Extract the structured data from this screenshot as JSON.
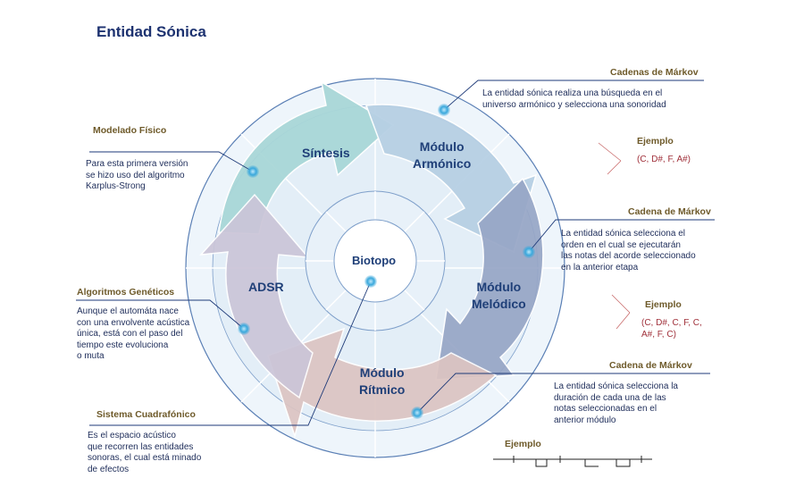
{
  "title": "Entidad Sónica",
  "center": "Biotopo",
  "modules": {
    "sintesis": "Síntesis",
    "armonico": [
      "Módulo",
      "Armónico"
    ],
    "melodico": [
      "Módulo",
      "Melódico"
    ],
    "ritmico": [
      "Módulo",
      "Rítmico"
    ],
    "adsr": "ADSR"
  },
  "left_notes": [
    {
      "heading": "Modelado Físico",
      "lines": [
        "Para esta primera versión",
        "se hizo uso del algoritmo",
        "Karplus-Strong"
      ]
    },
    {
      "heading": "Algoritmos Genéticos",
      "lines": [
        "Aunque el automáta nace",
        "con una envolvente acústica",
        "única, está con el paso del",
        "tiempo este evoluciona",
        "o muta"
      ]
    },
    {
      "heading": "Sistema Cuadrafónico",
      "lines": [
        "Es el espacio acústico",
        "que recorren las entidades",
        "sonoras, el cual está minado",
        "de efectos"
      ]
    }
  ],
  "right_notes": [
    {
      "heading": "Cadenas de Márkov",
      "lines": [
        "La entidad sónica realiza una búsqueda en el",
        "universo armónico y selecciona una sonoridad"
      ]
    },
    {
      "heading": "Cadena de Márkov",
      "lines": [
        "La entidad sónica selecciona el",
        "orden en el cual se ejecutarán",
        "las notas del acorde seleccionado",
        "en la anterior etapa"
      ]
    },
    {
      "heading": "Cadena de Márkov",
      "lines": [
        "La entidad sónica selecciona la",
        "duración de cada una de las",
        "notas seleccionadas en el",
        "anterior módulo"
      ]
    }
  ],
  "examples": [
    {
      "label": "Ejemplo",
      "lines": [
        "(C, D#, F, A#)"
      ]
    },
    {
      "label": "Ejemplo",
      "lines": [
        "(C, D#, C, F, C,",
        "A#, F, C)"
      ]
    },
    {
      "label": "Ejemplo",
      "lines": []
    }
  ],
  "colors": {
    "title": "#1d3270",
    "heading": "#6e5a2a",
    "body_text": "#1e2d5a",
    "example": "#a0303a",
    "arrow_teal": "#a9d7d8",
    "arrow_blue": "#b7d0e4",
    "arrow_slate": "#97a6c6",
    "arrow_rose": "#dcc4c2",
    "arrow_lavender": "#cbc5d8",
    "ring": "#e3eef7",
    "dot": "#3aa8dc"
  }
}
